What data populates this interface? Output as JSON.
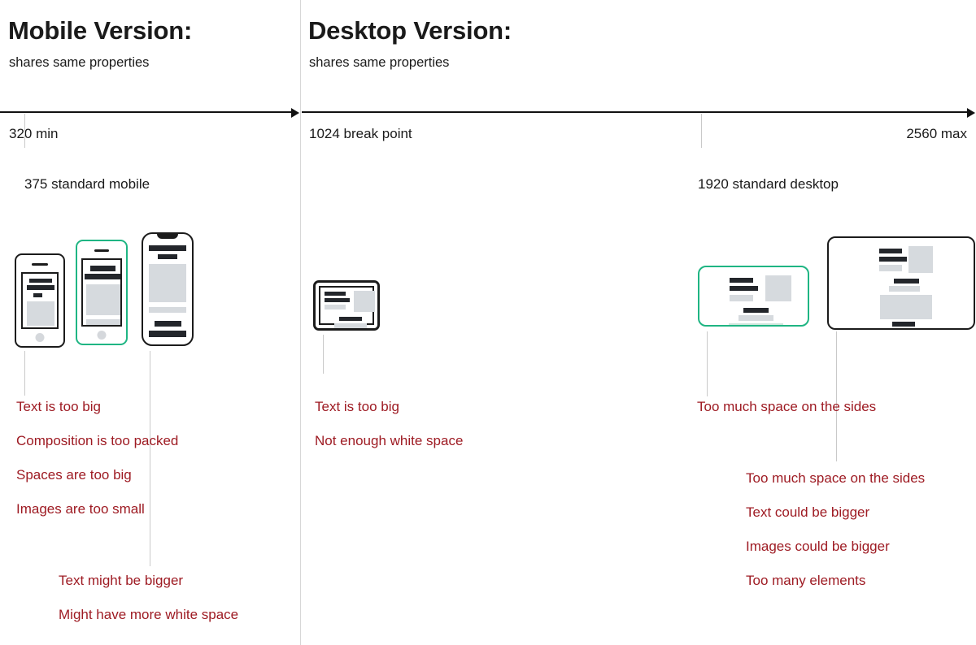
{
  "sections": [
    {
      "id": "mobile",
      "title": "Mobile Version:",
      "subtitle": "shares same properties",
      "range_start_label": "320 min",
      "range_end_label": "",
      "standard_label": "375 standard mobile"
    },
    {
      "id": "desktop",
      "title": "Desktop Version:",
      "subtitle": "shares same properties",
      "range_start_label": "1024 break point",
      "range_end_label": "2560 max",
      "standard_label": "1920 standard desktop"
    }
  ],
  "notes": {
    "mobile_group_a": [
      "Text is too big",
      "Composition is too packed",
      "Spaces are too big",
      "Images are too small"
    ],
    "mobile_group_b": [
      "Text might be bigger",
      "Might have more white space"
    ],
    "desktop_group_a": [
      "Text is too big",
      "Not enough white space"
    ],
    "desktop_group_b": [
      "Too much space on the sides"
    ],
    "desktop_group_c": [
      "Too much space on the sides",
      "Text could be bigger",
      "Images could be bigger",
      "Too many elements"
    ]
  },
  "devices": [
    {
      "name": "phone-small",
      "type": "phone",
      "highlighted": false
    },
    {
      "name": "phone-standard",
      "type": "phone",
      "highlighted": true
    },
    {
      "name": "phone-tall",
      "type": "phone-notch",
      "highlighted": false
    },
    {
      "name": "laptop-break",
      "type": "laptop",
      "highlighted": false
    },
    {
      "name": "desktop-standard",
      "type": "monitor",
      "highlighted": true
    },
    {
      "name": "desktop-max",
      "type": "monitor",
      "highlighted": false
    }
  ],
  "colors": {
    "accent_green": "#1fb583",
    "note_red": "#9e1b23",
    "ink": "#1a1a1a",
    "block_dark": "#23262b",
    "block_grey": "#d6dade",
    "guide_grey": "#c9c9c9"
  }
}
